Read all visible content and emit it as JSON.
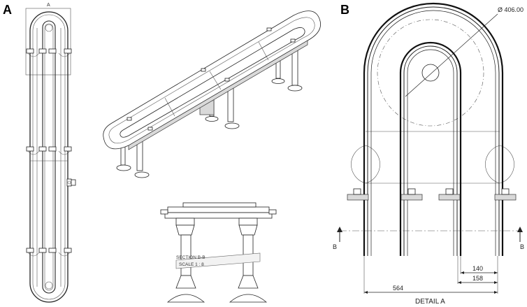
{
  "panels": {
    "a": {
      "label": "A",
      "detail_marker": "A"
    },
    "b": {
      "label": "B"
    }
  },
  "section_view": {
    "title": "SECTION B-B",
    "scale": "SCALE 1 : 8"
  },
  "detail_view": {
    "diameter": "Ø 406.00",
    "section_marker_left": "B",
    "section_marker_right": "B",
    "dim_140": "140",
    "dim_158": "158",
    "dim_564": "564",
    "caption": "DETAIL A"
  }
}
